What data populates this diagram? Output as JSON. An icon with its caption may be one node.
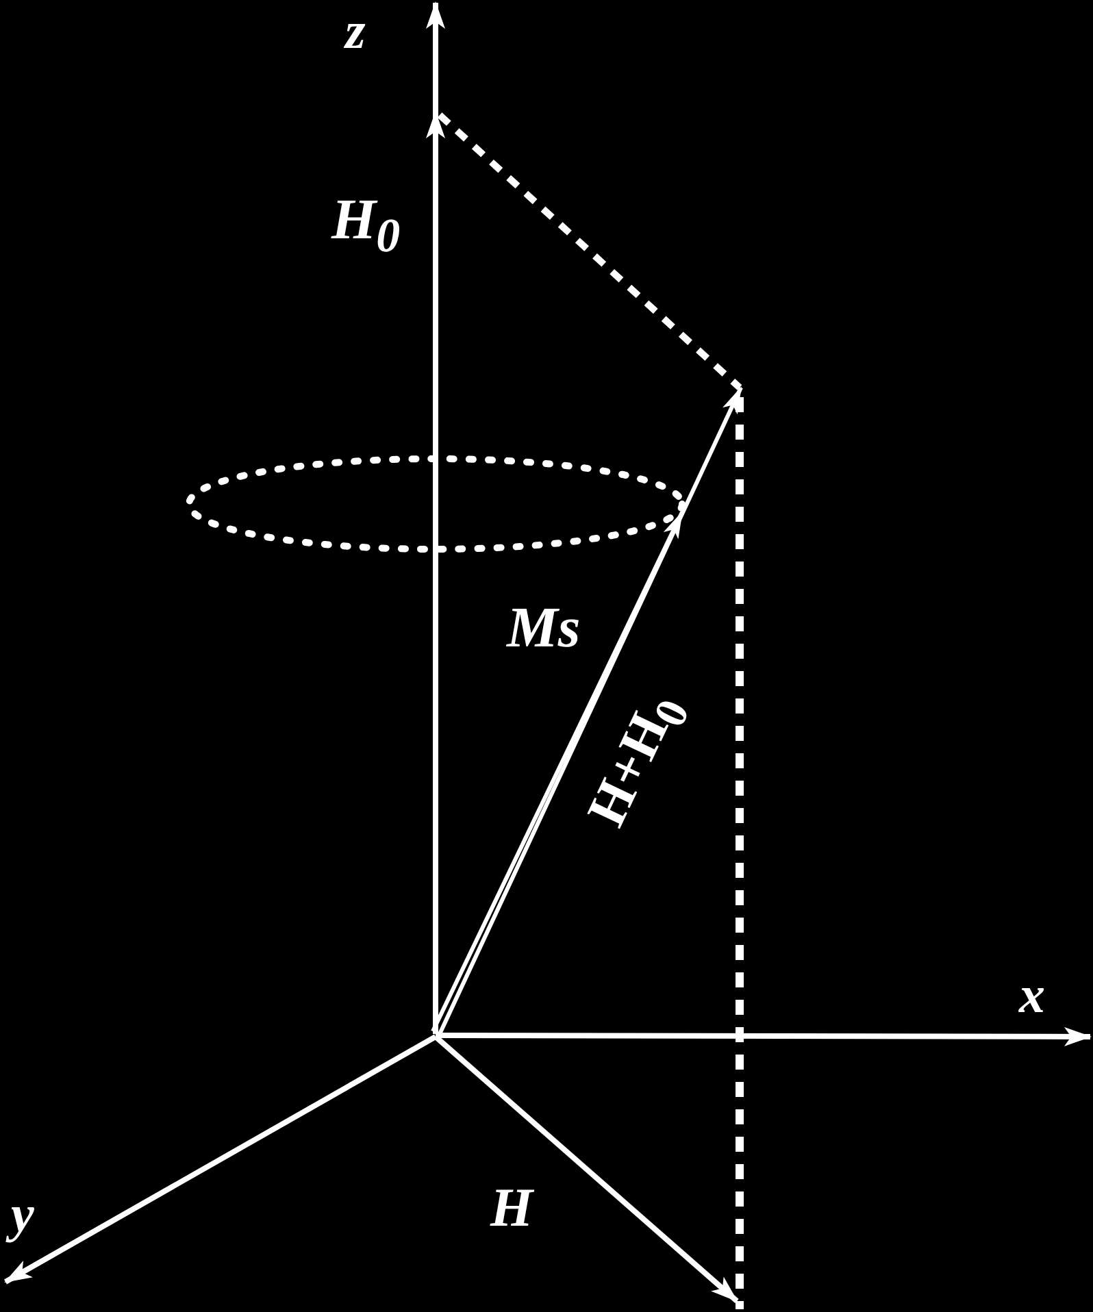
{
  "diagram": {
    "labels": [
      "z",
      "H$_{0}$",
      "Ms",
      "H+H$_{0}$",
      "x",
      "y",
      "H"
    ]
  }
}
